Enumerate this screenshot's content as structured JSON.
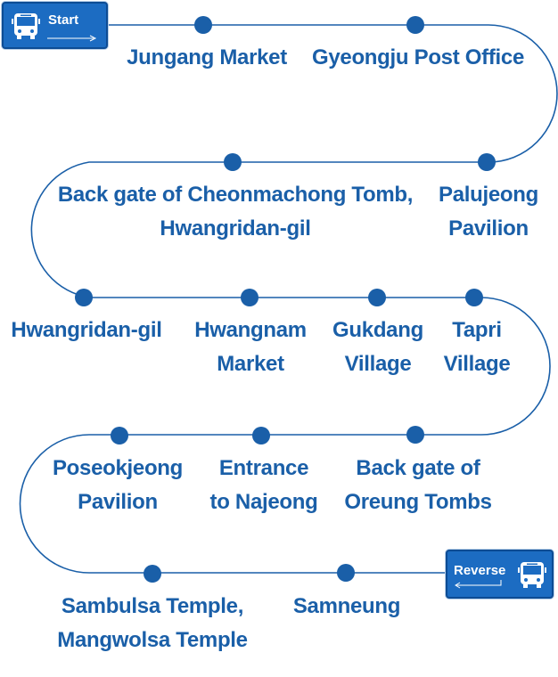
{
  "start_badge": {
    "label": "Start",
    "icon": "bus-icon"
  },
  "reverse_badge": {
    "label": "Reverse",
    "icon": "bus-icon"
  },
  "colors": {
    "route_line": "#1a5fa8",
    "stop_dot": "#1a5fa8",
    "label_text": "#1a5fa8",
    "badge_bg": "#1c6cc2"
  },
  "stops": [
    {
      "lines": [
        "Jungang Market"
      ]
    },
    {
      "lines": [
        "Gyeongju Post Office"
      ]
    },
    {
      "lines": [
        "Palujeong",
        "Pavilion"
      ]
    },
    {
      "lines": [
        "Back gate of Cheonmachong Tomb,",
        "Hwangridan-gil"
      ]
    },
    {
      "lines": [
        "Hwangridan-gil"
      ]
    },
    {
      "lines": [
        "Hwangnam",
        "Market"
      ]
    },
    {
      "lines": [
        "Gukdang",
        "Village"
      ]
    },
    {
      "lines": [
        "Tapri",
        "Village"
      ]
    },
    {
      "lines": [
        "Back gate of",
        "Oreung Tombs"
      ]
    },
    {
      "lines": [
        "Entrance",
        "to Najeong"
      ]
    },
    {
      "lines": [
        "Poseokjeong",
        "Pavilion"
      ]
    },
    {
      "lines": [
        "Sambulsa Temple,",
        "Mangwolsa Temple"
      ]
    },
    {
      "lines": [
        "Samneung"
      ]
    }
  ]
}
